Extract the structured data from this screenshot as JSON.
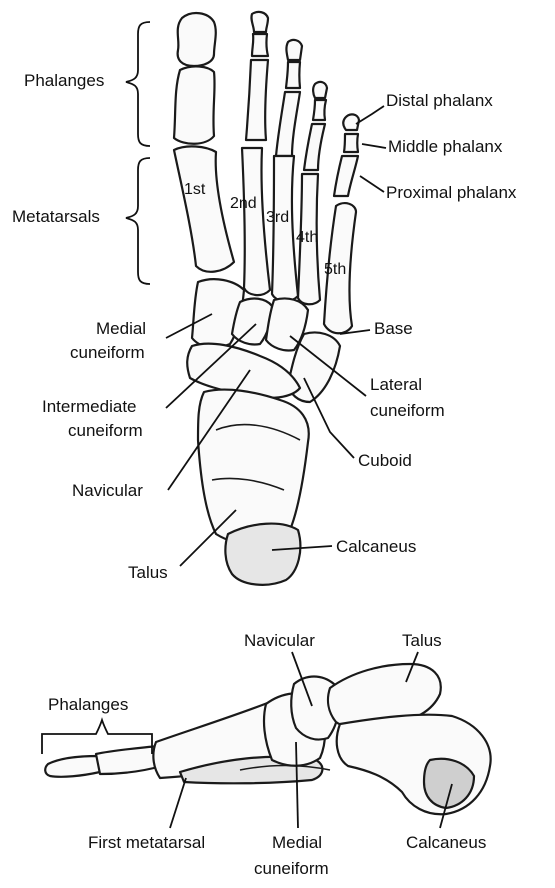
{
  "top_view": {
    "labels": {
      "phalanges": "Phalanges",
      "metatarsals": "Metatarsals",
      "distal_phalanx": "Distal phalanx",
      "middle_phalanx": "Middle phalanx",
      "proximal_phalanx": "Proximal phalanx",
      "medial_cuneiform_1": "Medial",
      "medial_cuneiform_2": "cuneiform",
      "intermediate_cuneiform_1": "Intermediate",
      "intermediate_cuneiform_2": "cuneiform",
      "navicular": "Navicular",
      "talus": "Talus",
      "base": "Base",
      "lateral_cuneiform_1": "Lateral",
      "lateral_cuneiform_2": "cuneiform",
      "cuboid": "Cuboid",
      "calcaneus": "Calcaneus"
    },
    "metatarsal_numbers": [
      "1st",
      "2nd",
      "3rd",
      "4th",
      "5th"
    ]
  },
  "side_view": {
    "labels": {
      "phalanges": "Phalanges",
      "navicular": "Navicular",
      "talus": "Talus",
      "first_metatarsal": "First metatarsal",
      "medial_cuneiform_1": "Medial",
      "medial_cuneiform_2": "cuneiform",
      "calcaneus": "Calcaneus"
    }
  }
}
